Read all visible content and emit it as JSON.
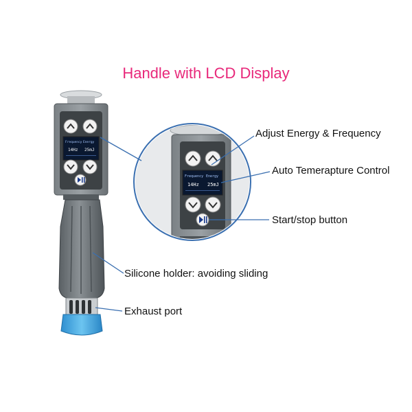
{
  "title": "Handle with LCD Display",
  "colors": {
    "title": "#e8287a",
    "housing": "#4f5558",
    "grip": "#6a7074",
    "lcd": "#0a1830",
    "exhaust_ring": "#3aa7e0",
    "leader": "#3a6fb0"
  },
  "callouts": {
    "adjust": "Adjust Energy & Frequency",
    "auto_temp": "Auto Temerapture Control",
    "start_stop": "Start/stop button",
    "silicone": "Silicone holder: avoiding sliding",
    "exhaust": "Exhaust port"
  },
  "lcd": {
    "frequency_label": "Frequency",
    "energy_label": "Energy",
    "frequency_value": "14Hz",
    "energy_value": "25mJ"
  },
  "icons": {
    "up_buttons": "chevron-up-icon",
    "down_buttons": "chevron-down-icon",
    "play_pause": "play-pause-icon"
  }
}
